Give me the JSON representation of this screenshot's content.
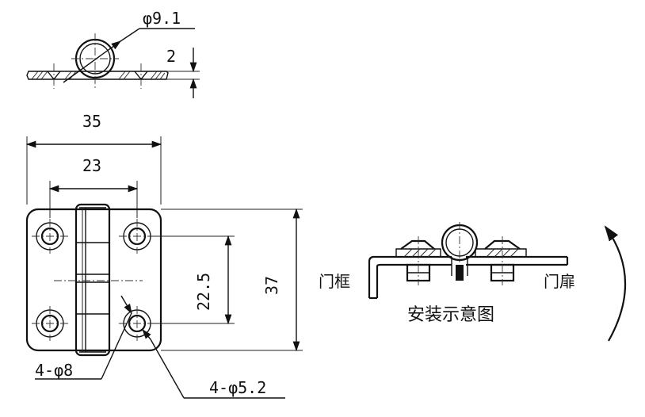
{
  "labels": {
    "pin_diameter": "φ9.1",
    "leaf_thickness": "2",
    "overall_width": "35",
    "hole_span": "23",
    "hole_pitch": "22.5",
    "overall_height": "37",
    "counterbore_dia": "4-φ8",
    "hole_dia": "4-φ5.2",
    "door_frame": "门框",
    "door_leaf": "门扉",
    "install_caption": "安装示意图"
  }
}
